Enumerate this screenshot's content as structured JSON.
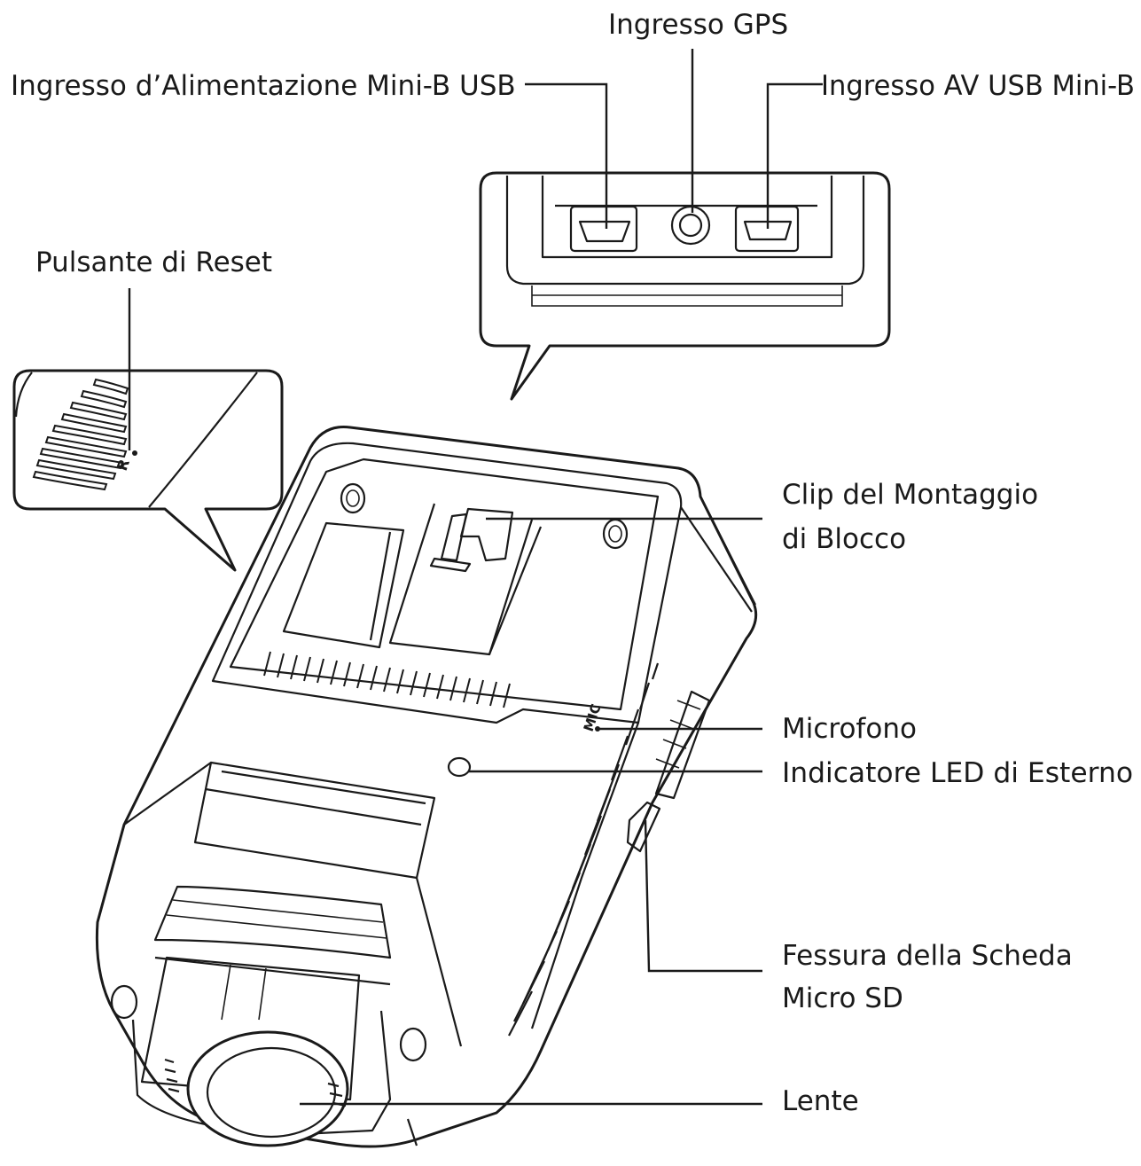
{
  "labels": {
    "gps": "Ingresso GPS",
    "power": "Ingresso d’Alimentazione Mini-B USB",
    "av": "Ingresso AV USB Mini-B",
    "reset": "Pulsante di Reset",
    "clip_line1": "Clip del Montaggio",
    "clip_line2": "di Blocco",
    "mic": "Microfono",
    "led": "Indicatore LED di Esterno",
    "sd_line1": "Fessura della Scheda",
    "sd_line2": "Micro SD",
    "lens": "Lente"
  },
  "device_marks": {
    "reset_letter": "R",
    "mic_text": "MIC"
  }
}
